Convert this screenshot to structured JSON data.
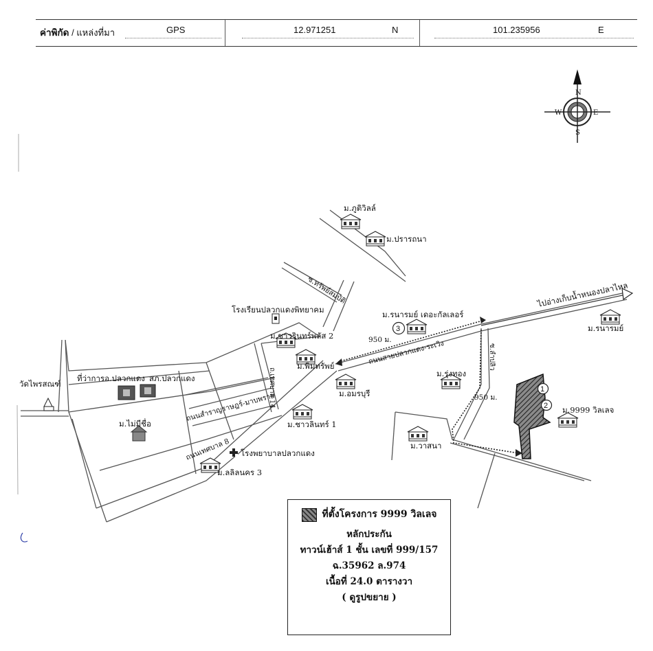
{
  "header": {
    "label_bold": "ค่าพิกัด",
    "label_rest": " / แหล่งที่มา",
    "source": "GPS",
    "latitude": "12.971251",
    "lat_dir": "N",
    "longitude": "101.235956",
    "lon_dir": "E"
  },
  "compass": {
    "n": "N",
    "s": "S",
    "e": "E",
    "w": "W"
  },
  "map_labels": {
    "phutivill": "ม.ภูติวิลล์",
    "prarthana": "ม.ปรารถนา",
    "soi_sap": "ซ.ทรัพย์สมบัติ",
    "school": "โรงเรียนปลวกแดงพิทยาคม",
    "to_reservoir": "ไปอ่างเก็บน้ำหนองปลาไหล",
    "rana_kalecter": "ม.รนารมย์ เดอะกัลเลอร์",
    "dist_950_a": "950 ม.",
    "chanarin_plus2": "ม.ชาวรินทร์พลัส 2",
    "phimsap": "ม.พิมทรัพย์",
    "road_main": "ถนนสายปลวกแดง-ระเวิง",
    "soi_no14": "ถ.เทศบาล 14",
    "rana_right": "ม.รนารมย์",
    "soi_lamplew": "ซ.ลำปลิว",
    "rungthong": "ม.รุ่งทอง",
    "amphur_office": "ที่ว่าการอ.ปลวกแดง",
    "police": "สภ.ปลวกแดง",
    "wat": "วัดไพรสณฑ์",
    "amonburi": "ม.อมรบุรี",
    "road_samruay": "ถนนสำราญราษฎร์-มาบพราย",
    "mai_mi_chue": "ม.ไม่มีชื่อ",
    "chanarin1": "ม.ชาวลินทร์ 1",
    "dist_950_b": "950 ม.",
    "village_9999": "ม.9999 วิลเลจ",
    "marker_1": "1",
    "marker_2": "2",
    "marker_3": "3",
    "road_no8": "ถนนเทศบาล 8",
    "hospital": "โรงพยาบาลปลวกแดง",
    "warasana": "ม.วาสนา",
    "lalin3": "ม.ลลิลนคร 3"
  },
  "legend": {
    "line1": "ที่ตั้งโครงการ 9999 วิลเลจ",
    "line2": "หลักประกัน",
    "line3": "ทาวน์เฮ้าส์ 1 ชั้น เลขที่ 999/157",
    "line4": "ฉ.35962 ล.974",
    "line5": "เนื้อที่ 24.0 ตารางวา",
    "line6": "( ดูรูปขยาย )"
  },
  "colors": {
    "ink": "#111111",
    "road": "#555555",
    "hatch": "#333333"
  }
}
